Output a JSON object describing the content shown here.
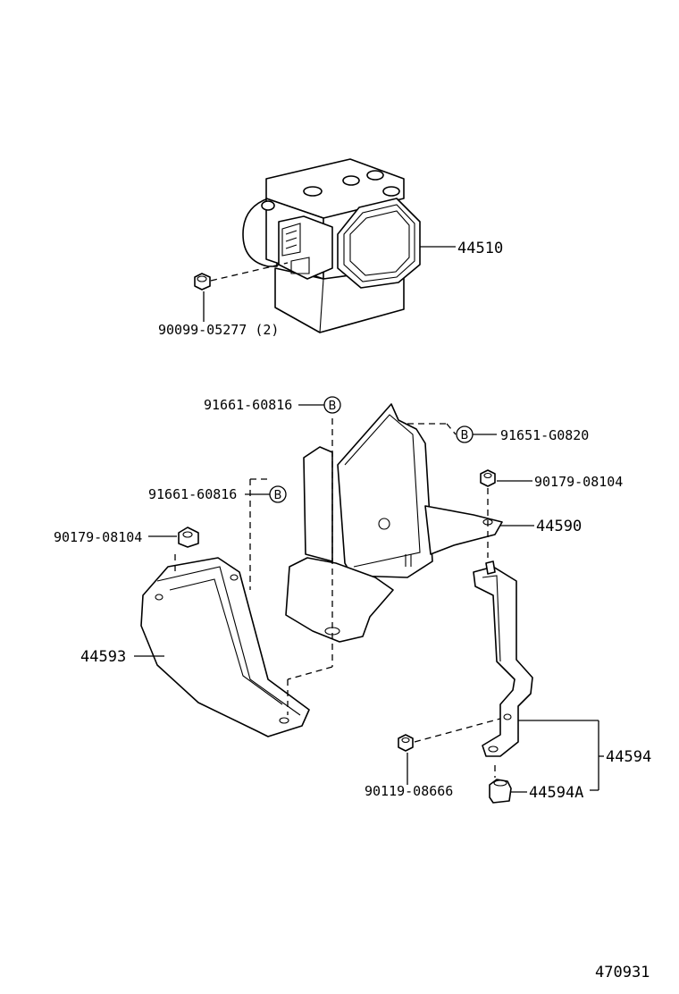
{
  "diagram_id": "470931",
  "ref_marker": "B",
  "parts": {
    "actuator": "44510",
    "bolt_top": "90099-05277 (2)",
    "bolt_b_left_top": "91661-60816",
    "bolt_b_right": "91651-G0820",
    "bolt_b_left_mid": "91661-60816",
    "nut_left": "90179-08104",
    "nut_right": "90179-08104",
    "bracket_main": "44590",
    "bracket_left": "44593",
    "bracket_right": "44594",
    "bolt_bottom": "90119-08666",
    "cushion": "44594A"
  }
}
